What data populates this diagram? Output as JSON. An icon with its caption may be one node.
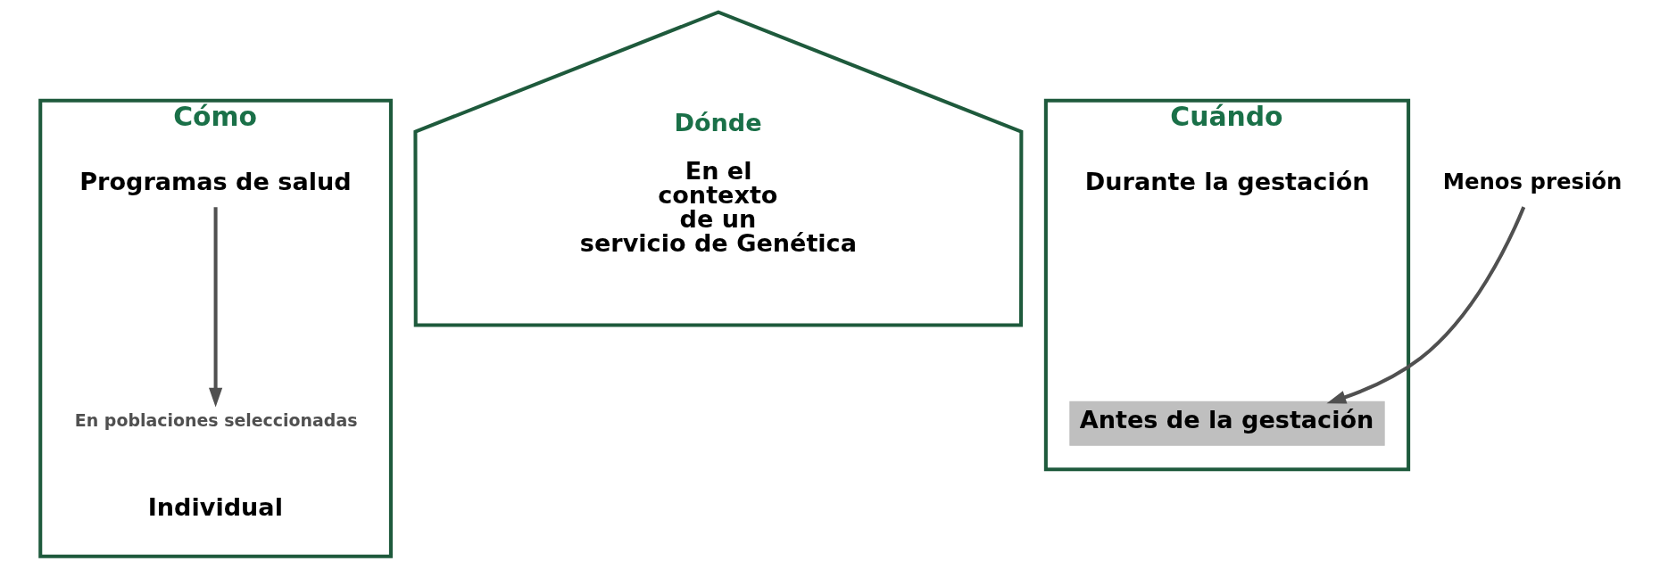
{
  "diagram": {
    "nodes": [
      {
        "text": [
          "Cómo"
        ]
      },
      {
        "text": [
          "Programas de salud"
        ],
        "in": 0
      },
      {
        "text": [
          "En poblaciones seleccionadas"
        ],
        "in": 0
      },
      {
        "text": [
          "Individual"
        ],
        "in": 0
      },
      {
        "text": [
          "Dónde",
          "En el contexto de un servicio de Genética"
        ]
      },
      {
        "text": [
          "Cuándo"
        ]
      },
      {
        "text": [
          "Durante la gestación"
        ],
        "in": 5
      },
      {
        "text": [
          "Antes de la gestación"
        ],
        "in": 5
      },
      {
        "text": [
          "Menos presión"
        ]
      }
    ],
    "edges": [
      {
        "from": 1,
        "to": 2,
        "arrow": "to"
      },
      {
        "from": 8,
        "to": 7,
        "arrow": "to"
      }
    ]
  }
}
